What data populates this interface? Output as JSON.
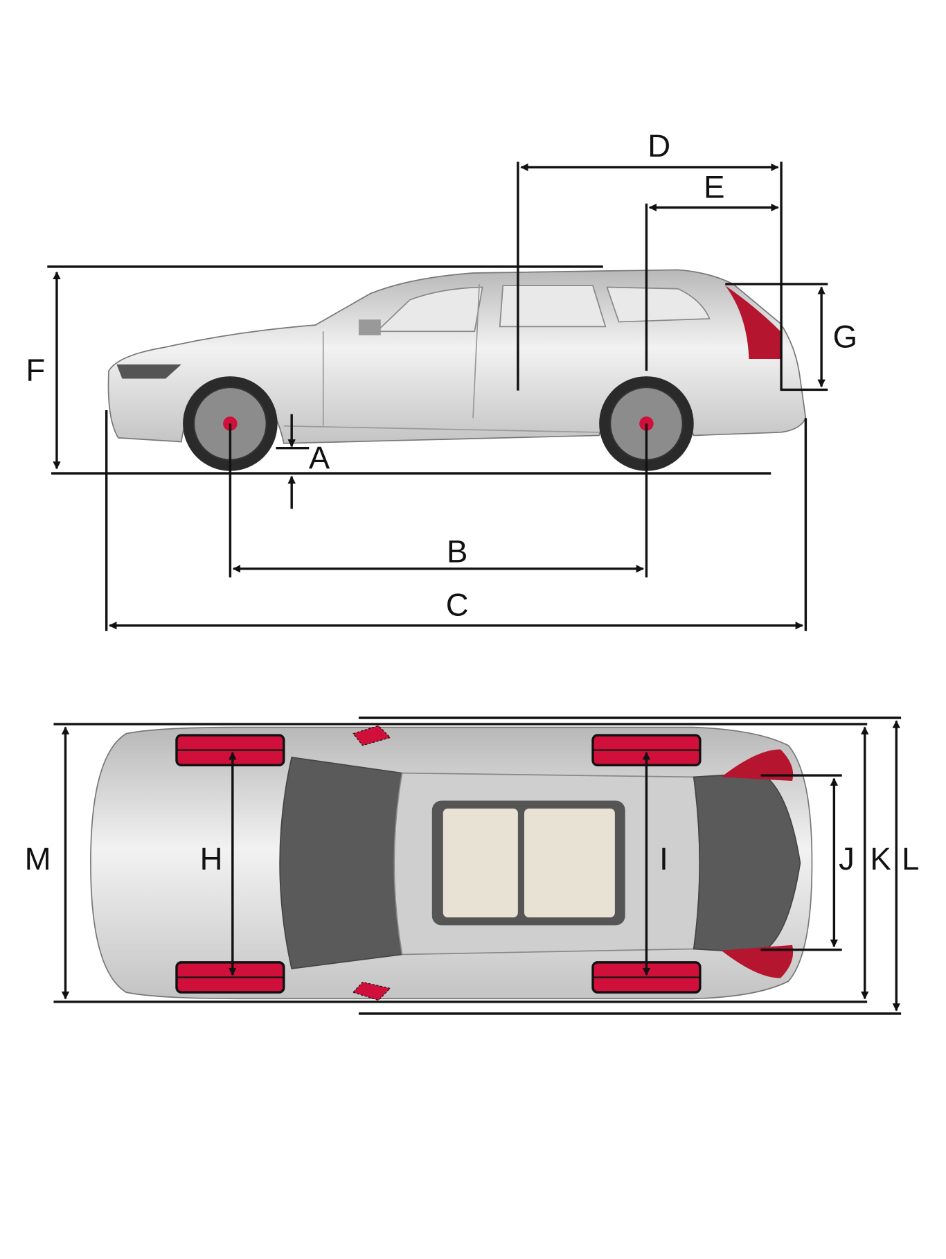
{
  "diagram": {
    "side_view": {
      "labels": {
        "A": "A",
        "B": "B",
        "C": "C",
        "D": "D",
        "E": "E",
        "F": "F",
        "G": "G"
      }
    },
    "top_view": {
      "labels": {
        "H": "H",
        "I": "I",
        "J": "J",
        "K": "K",
        "L": "L",
        "M": "M"
      }
    },
    "colors": {
      "accent": "#d0103a",
      "line": "#111111",
      "body": "#d8d8d8"
    }
  }
}
